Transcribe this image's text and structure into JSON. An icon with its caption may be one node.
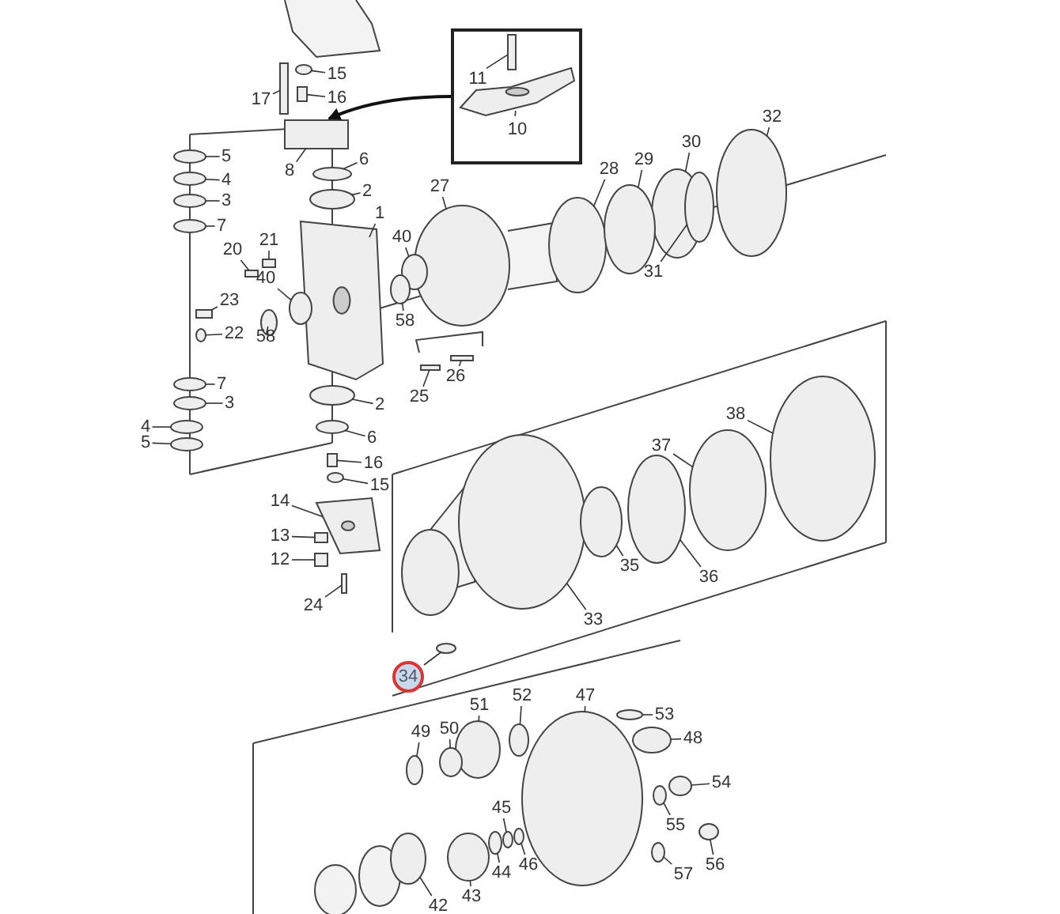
{
  "diagram": {
    "nodes": [
      {
        "text": [
          "15"
        ]
      },
      {
        "text": [
          "16"
        ]
      },
      {
        "text": [
          "17"
        ]
      },
      {
        "text": [],
        "shape": "box"
      },
      {
        "text": [
          "11"
        ],
        "in": 3
      },
      {
        "text": [
          "10"
        ],
        "in": 3
      },
      {
        "text": [
          "32"
        ]
      },
      {
        "text": [
          "30"
        ]
      },
      {
        "text": [
          "5"
        ]
      },
      {
        "text": [
          "29"
        ]
      },
      {
        "text": [
          "6"
        ]
      },
      {
        "text": [
          "28"
        ]
      },
      {
        "text": [
          "8"
        ]
      },
      {
        "text": [
          "4"
        ]
      },
      {
        "text": [
          "27"
        ]
      },
      {
        "text": [
          "2"
        ]
      },
      {
        "text": [
          "3"
        ]
      },
      {
        "text": [
          "1"
        ]
      },
      {
        "text": [
          "7"
        ]
      },
      {
        "text": [
          "40"
        ]
      },
      {
        "text": [
          "21"
        ]
      },
      {
        "text": [
          "20"
        ]
      },
      {
        "text": [
          "31"
        ]
      },
      {
        "text": [
          "40"
        ]
      },
      {
        "text": [
          "23"
        ]
      },
      {
        "text": [
          "58"
        ]
      },
      {
        "text": [
          "22"
        ]
      },
      {
        "text": [
          "58"
        ]
      },
      {
        "text": [
          "26"
        ]
      },
      {
        "text": [
          "7"
        ]
      },
      {
        "text": [
          "25"
        ]
      },
      {
        "text": [
          "3"
        ]
      },
      {
        "text": [
          "2"
        ]
      },
      {
        "text": [
          "38"
        ]
      },
      {
        "text": [
          "4"
        ]
      },
      {
        "text": [
          "6"
        ]
      },
      {
        "text": [
          "5"
        ]
      },
      {
        "text": [
          "37"
        ]
      },
      {
        "text": [
          "16"
        ]
      },
      {
        "text": [
          "15"
        ]
      },
      {
        "text": [
          "14"
        ]
      },
      {
        "text": [
          "13"
        ]
      },
      {
        "text": [
          "12"
        ]
      },
      {
        "text": [
          "35"
        ]
      },
      {
        "text": [
          "36"
        ]
      },
      {
        "text": [
          "24"
        ]
      },
      {
        "text": [
          "33"
        ]
      },
      {
        "text": [
          "34"
        ]
      },
      {
        "text": [
          "52"
        ]
      },
      {
        "text": [
          "47"
        ]
      },
      {
        "text": [
          "51"
        ]
      },
      {
        "text": [
          "53"
        ]
      },
      {
        "text": [
          "50"
        ]
      },
      {
        "text": [
          "49"
        ]
      },
      {
        "text": [
          "48"
        ]
      },
      {
        "text": [
          "54"
        ]
      },
      {
        "text": [
          "45"
        ]
      },
      {
        "text": [
          "55"
        ]
      },
      {
        "text": [
          "46"
        ]
      },
      {
        "text": [
          "56"
        ]
      },
      {
        "text": [
          "44"
        ]
      },
      {
        "text": [
          "57"
        ]
      },
      {
        "text": [
          "43"
        ]
      },
      {
        "text": [
          "42"
        ]
      },
      {
        "text": [],
        "shape": "circle"
      },
      {
        "text": [],
        "shape": "box"
      },
      {
        "text": [],
        "shape": "bar"
      },
      {
        "text": [],
        "shape": "bar",
        "in": 3
      },
      {
        "text": [],
        "shape": "picture",
        "in": 3
      },
      {
        "text": [],
        "shape": "circle"
      },
      {
        "text": [],
        "shape": "circle"
      },
      {
        "text": [],
        "shape": "circle"
      },
      {
        "text": [],
        "shape": "circle"
      },
      {
        "text": [],
        "shape": "circle"
      },
      {
        "text": [],
        "shape": "circle"
      },
      {
        "text": [],
        "shape": "box"
      },
      {
        "text": [],
        "shape": "circle"
      },
      {
        "text": [],
        "shape": "circle"
      },
      {
        "text": [],
        "shape": "circle"
      },
      {
        "text": [],
        "shape": "circle"
      },
      {
        "text": [],
        "shape": "picture"
      },
      {
        "text": [],
        "shape": "circle"
      },
      {
        "text": [],
        "shape": "circle"
      },
      {
        "text": [],
        "shape": "box"
      },
      {
        "text": [],
        "shape": "box"
      },
      {
        "text": [],
        "shape": "circle"
      },
      {
        "text": [],
        "shape": "circle"
      },
      {
        "text": [],
        "shape": "box"
      },
      {
        "text": [],
        "shape": "circle"
      },
      {
        "text": [],
        "shape": "circle"
      },
      {
        "text": [],
        "shape": "circle"
      },
      {
        "text": [],
        "shape": "bar"
      },
      {
        "text": [],
        "shape": "circle"
      },
      {
        "text": [],
        "shape": "bar"
      },
      {
        "text": [],
        "shape": "circle"
      },
      {
        "text": [],
        "shape": "circle"
      },
      {
        "text": [],
        "shape": "circle"
      },
      {
        "text": [],
        "shape": "circle"
      },
      {
        "text": [],
        "shape": "circle"
      },
      {
        "text": [],
        "shape": "circle"
      },
      {
        "text": [],
        "shape": "circle"
      },
      {
        "text": [],
        "shape": "box"
      },
      {
        "text": [],
        "shape": "circle"
      },
      {
        "text": [],
        "shape": "picture"
      },
      {
        "text": [],
        "shape": "box"
      },
      {
        "text": [],
        "shape": "box"
      },
      {
        "text": [],
        "shape": "circle"
      },
      {
        "text": [],
        "shape": "circle"
      },
      {
        "text": [],
        "shape": "bar"
      },
      {
        "text": [],
        "shape": "circle"
      },
      {
        "text": [],
        "shape": "circle"
      },
      {
        "text": [],
        "shape": "circle"
      },
      {
        "text": [],
        "shape": "circle"
      },
      {
        "text": [],
        "shape": "circle"
      },
      {
        "text": [],
        "shape": "circle"
      },
      {
        "text": [],
        "shape": "circle"
      },
      {
        "text": [],
        "shape": "circle"
      },
      {
        "text": [],
        "shape": "circle"
      },
      {
        "text": [],
        "shape": "circle"
      },
      {
        "text": [],
        "shape": "circle"
      },
      {
        "text": [],
        "shape": "circle"
      },
      {
        "text": [],
        "shape": "circle"
      },
      {
        "text": [],
        "shape": "circle"
      },
      {
        "text": [],
        "shape": "circle"
      },
      {
        "text": [],
        "shape": "circle"
      },
      {
        "text": [],
        "shape": "circle"
      },
      {
        "text": [],
        "shape": "circle"
      }
    ],
    "edges": [
      {
        "from": 0,
        "to": 64,
        "arrow": "none"
      },
      {
        "from": 1,
        "to": 65,
        "arrow": "none"
      },
      {
        "from": 2,
        "to": 66,
        "arrow": "none"
      },
      {
        "from": 3,
        "to": 75,
        "arrow": "to"
      },
      {
        "from": 4,
        "to": 67,
        "arrow": "none"
      },
      {
        "from": 5,
        "to": 68,
        "arrow": "none"
      },
      {
        "from": 6,
        "to": 69,
        "arrow": "none"
      },
      {
        "from": 7,
        "to": 70,
        "arrow": "none"
      },
      {
        "from": 8,
        "to": 71,
        "arrow": "none"
      },
      {
        "from": 9,
        "to": 72,
        "arrow": "none"
      },
      {
        "from": 10,
        "to": 73,
        "arrow": "none"
      },
      {
        "from": 11,
        "to": 74,
        "arrow": "none"
      },
      {
        "from": 12,
        "to": 75,
        "arrow": "none"
      },
      {
        "from": 13,
        "to": 76,
        "arrow": "none"
      },
      {
        "from": 14,
        "to": 77,
        "arrow": "none"
      },
      {
        "from": 15,
        "to": 78,
        "arrow": "none"
      },
      {
        "from": 16,
        "to": 79,
        "arrow": "none"
      },
      {
        "from": 17,
        "to": 80,
        "arrow": "none"
      },
      {
        "from": 18,
        "to": 81,
        "arrow": "none"
      },
      {
        "from": 19,
        "to": 82,
        "arrow": "none"
      },
      {
        "from": 20,
        "to": 83,
        "arrow": "none"
      },
      {
        "from": 21,
        "to": 84,
        "arrow": "none"
      },
      {
        "from": 22,
        "to": 85,
        "arrow": "none"
      },
      {
        "from": 23,
        "to": 86,
        "arrow": "none"
      },
      {
        "from": 24,
        "to": 87,
        "arrow": "none"
      },
      {
        "from": 25,
        "to": 88,
        "arrow": "none"
      },
      {
        "from": 26,
        "to": 89,
        "arrow": "none"
      },
      {
        "from": 27,
        "to": 90,
        "arrow": "none"
      },
      {
        "from": 28,
        "to": 91,
        "arrow": "none"
      },
      {
        "from": 29,
        "to": 92,
        "arrow": "none"
      },
      {
        "from": 30,
        "to": 93,
        "arrow": "none"
      },
      {
        "from": 31,
        "to": 94,
        "arrow": "none"
      },
      {
        "from": 32,
        "to": 95,
        "arrow": "none"
      },
      {
        "from": 33,
        "to": 96,
        "arrow": "none"
      },
      {
        "from": 34,
        "to": 97,
        "arrow": "none"
      },
      {
        "from": 35,
        "to": 98,
        "arrow": "none"
      },
      {
        "from": 36,
        "to": 99,
        "arrow": "none"
      },
      {
        "from": 37,
        "to": 100,
        "arrow": "none"
      },
      {
        "from": 38,
        "to": 101,
        "arrow": "none"
      },
      {
        "from": 39,
        "to": 102,
        "arrow": "none"
      },
      {
        "from": 40,
        "to": 103,
        "arrow": "none"
      },
      {
        "from": 41,
        "to": 104,
        "arrow": "none"
      },
      {
        "from": 42,
        "to": 105,
        "arrow": "none"
      },
      {
        "from": 43,
        "to": 106,
        "arrow": "none"
      },
      {
        "from": 44,
        "to": 107,
        "arrow": "none"
      },
      {
        "from": 45,
        "to": 108,
        "arrow": "none"
      },
      {
        "from": 46,
        "to": 109,
        "arrow": "none"
      },
      {
        "from": 47,
        "to": 110,
        "arrow": "none"
      },
      {
        "from": 48,
        "to": 111,
        "arrow": "none"
      },
      {
        "from": 49,
        "to": 112,
        "arrow": "none"
      },
      {
        "from": 50,
        "to": 113,
        "arrow": "none"
      },
      {
        "from": 51,
        "to": 114,
        "arrow": "none"
      },
      {
        "from": 52,
        "to": 115,
        "arrow": "none"
      },
      {
        "from": 53,
        "to": 116,
        "arrow": "none"
      },
      {
        "from": 54,
        "to": 117,
        "arrow": "none"
      },
      {
        "from": 55,
        "to": 118,
        "arrow": "none"
      },
      {
        "from": 56,
        "to": 119,
        "arrow": "none"
      },
      {
        "from": 57,
        "to": 120,
        "arrow": "none"
      },
      {
        "from": 58,
        "to": 121,
        "arrow": "none"
      },
      {
        "from": 59,
        "to": 122,
        "arrow": "none"
      },
      {
        "from": 60,
        "to": 123,
        "arrow": "none"
      },
      {
        "from": 61,
        "to": 124,
        "arrow": "none"
      },
      {
        "from": 62,
        "to": 125,
        "arrow": "none"
      },
      {
        "from": 63,
        "to": 126,
        "arrow": "none"
      }
    ]
  }
}
